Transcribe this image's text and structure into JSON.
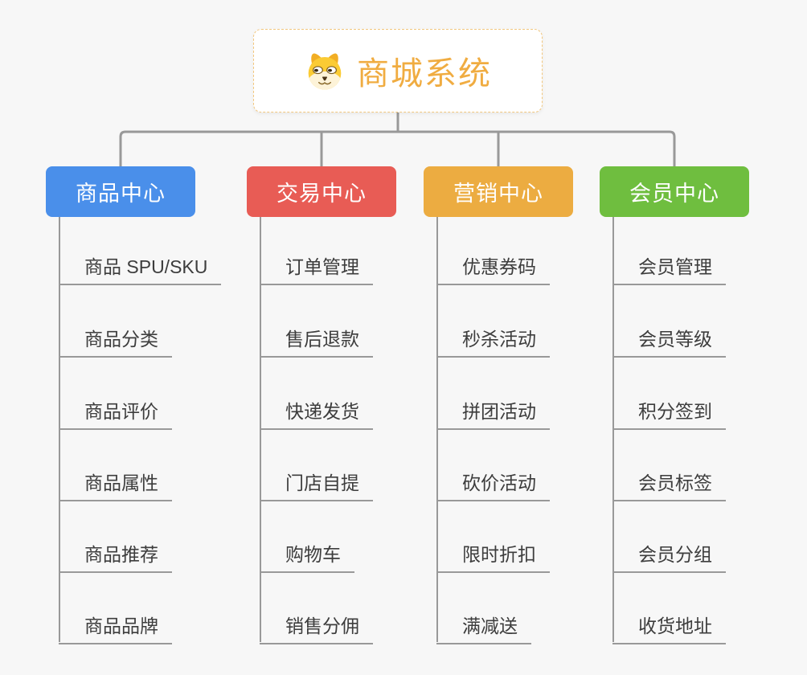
{
  "root": {
    "title": "商城系统",
    "icon": "dog-face-icon",
    "accent_color": "#f0ac41",
    "border_color": "#f2c77e"
  },
  "branches": [
    {
      "label": "商品中心",
      "color": "#4a8fea",
      "items": [
        "商品 SPU/SKU",
        "商品分类",
        "商品评价",
        "商品属性",
        "商品推荐",
        "商品品牌"
      ]
    },
    {
      "label": "交易中心",
      "color": "#e85c55",
      "items": [
        "订单管理",
        "售后退款",
        "快递发货",
        "门店自提",
        "购物车",
        "销售分佣"
      ]
    },
    {
      "label": "营销中心",
      "color": "#ecac41",
      "items": [
        "优惠券码",
        "秒杀活动",
        "拼团活动",
        "砍价活动",
        "限时折扣",
        "满减送"
      ]
    },
    {
      "label": "会员中心",
      "color": "#6fbe3f",
      "items": [
        "会员管理",
        "会员等级",
        "积分签到",
        "会员标签",
        "会员分组",
        "收货地址"
      ]
    }
  ],
  "colors": {
    "background": "#f7f7f7",
    "connector": "#999999",
    "leaf_text": "#3d3d3d"
  }
}
